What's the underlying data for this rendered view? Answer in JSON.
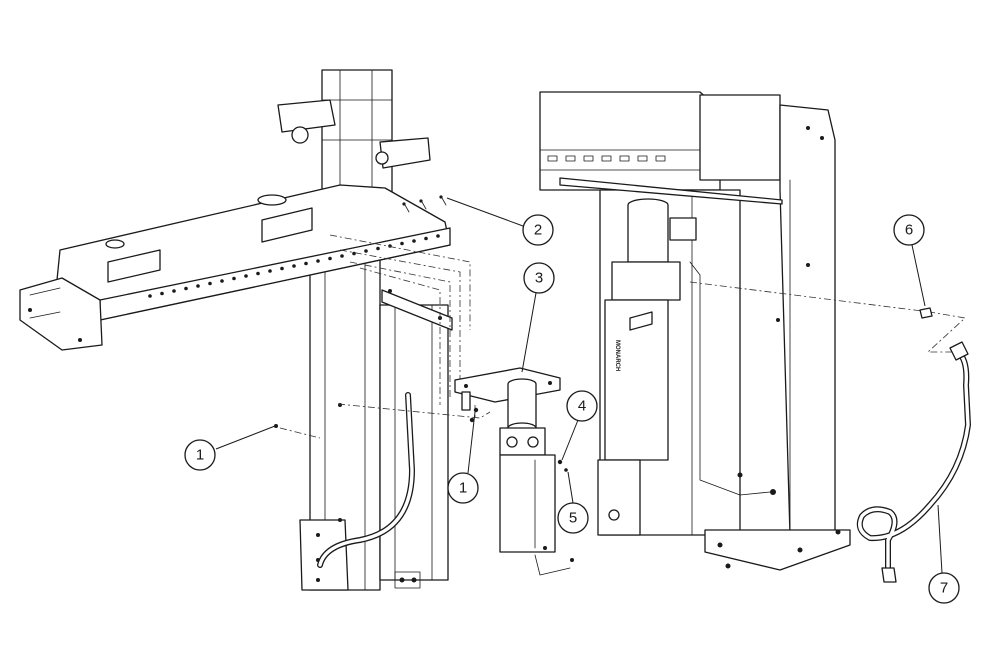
{
  "callouts": [
    {
      "id": "callout-1a",
      "label": "1"
    },
    {
      "id": "callout-1b",
      "label": "1"
    },
    {
      "id": "callout-2",
      "label": "2"
    },
    {
      "id": "callout-3",
      "label": "3"
    },
    {
      "id": "callout-4",
      "label": "4"
    },
    {
      "id": "callout-5",
      "label": "5"
    },
    {
      "id": "callout-6",
      "label": "6"
    },
    {
      "id": "callout-7",
      "label": "7"
    }
  ],
  "pump_brand_label": "MONARCH",
  "colors": {
    "line": "#1a1a1a",
    "background": "#ffffff"
  }
}
